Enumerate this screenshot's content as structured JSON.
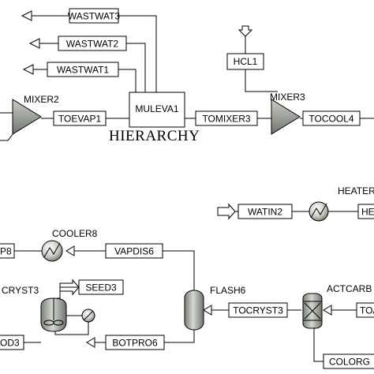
{
  "streams": {
    "wastwat3": "WASTWAT3",
    "wastwat2": "WASTWAT2",
    "wastwat1": "WASTWAT1",
    "toevap1": "TOEVAP1",
    "tomixer3": "TOMIXER3",
    "tocool4": "TOCOOL4",
    "hcl1": "HCL1",
    "watin2": "WATIN2",
    "he_partial": "HE",
    "vapdis6": "VAPDIS6",
    "p8_partial": "P8",
    "seed3": "SEED3",
    "tocryst3": "TOCRYST3",
    "toa_partial": "TOA",
    "botpro6": "BOTPRO6",
    "od3_partial": "OD3",
    "colorg_partial": "COLORG"
  },
  "blocks": {
    "mixer2": "MIXER2",
    "muleva1": "MULEVA1",
    "hierarchy": "HIERARCHY",
    "mixer3": "MIXER3",
    "heater_partial": "HEATER",
    "cooler8": "COOLER8",
    "cryst3": "CRYST3",
    "flash6": "FLASH6",
    "actcarb_partial": "ACTCARB"
  },
  "colors": {
    "line": "#000000",
    "equipment_fill": "#b8bdb5",
    "equipment_shade": "#6f756c",
    "background": "#ffffff"
  }
}
